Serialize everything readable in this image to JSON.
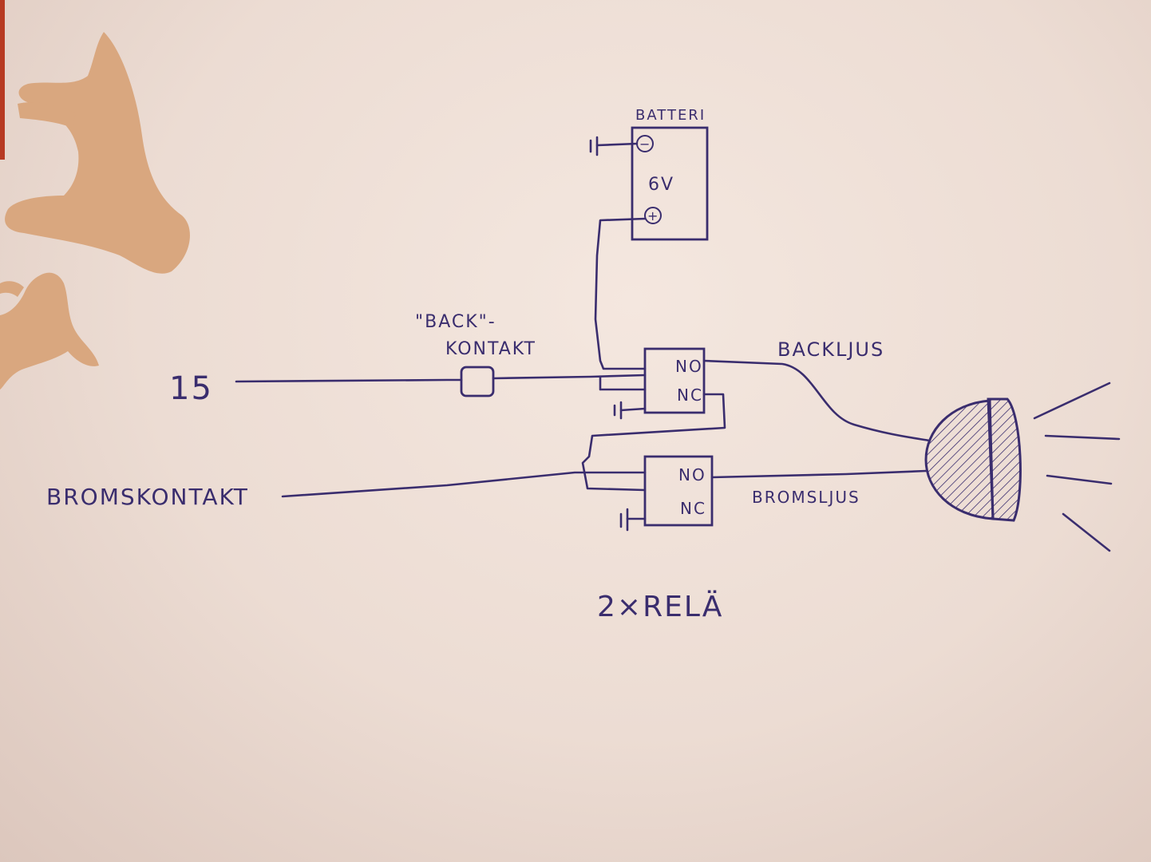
{
  "labels": {
    "battery_title": "BATTERI",
    "battery_voltage": "6V",
    "battery_neg": "−",
    "battery_pos": "+",
    "back_switch_line1": "\"BACK\"-",
    "back_switch_line2": "KONTAKT",
    "input_15": "15",
    "brake_switch": "BROMSKONTAKT",
    "relay1_no": "NO",
    "relay1_nc": "NC",
    "relay2_no": "NO",
    "relay2_nc": "NC",
    "reverse_light": "BACKLJUS",
    "brake_light": "BROMSLJUS",
    "relays_caption": "2×RELÄ"
  },
  "colors": {
    "ink": "#3a2d6e",
    "silhouette": "#d9a77f",
    "paper": "#f2e4dc"
  }
}
